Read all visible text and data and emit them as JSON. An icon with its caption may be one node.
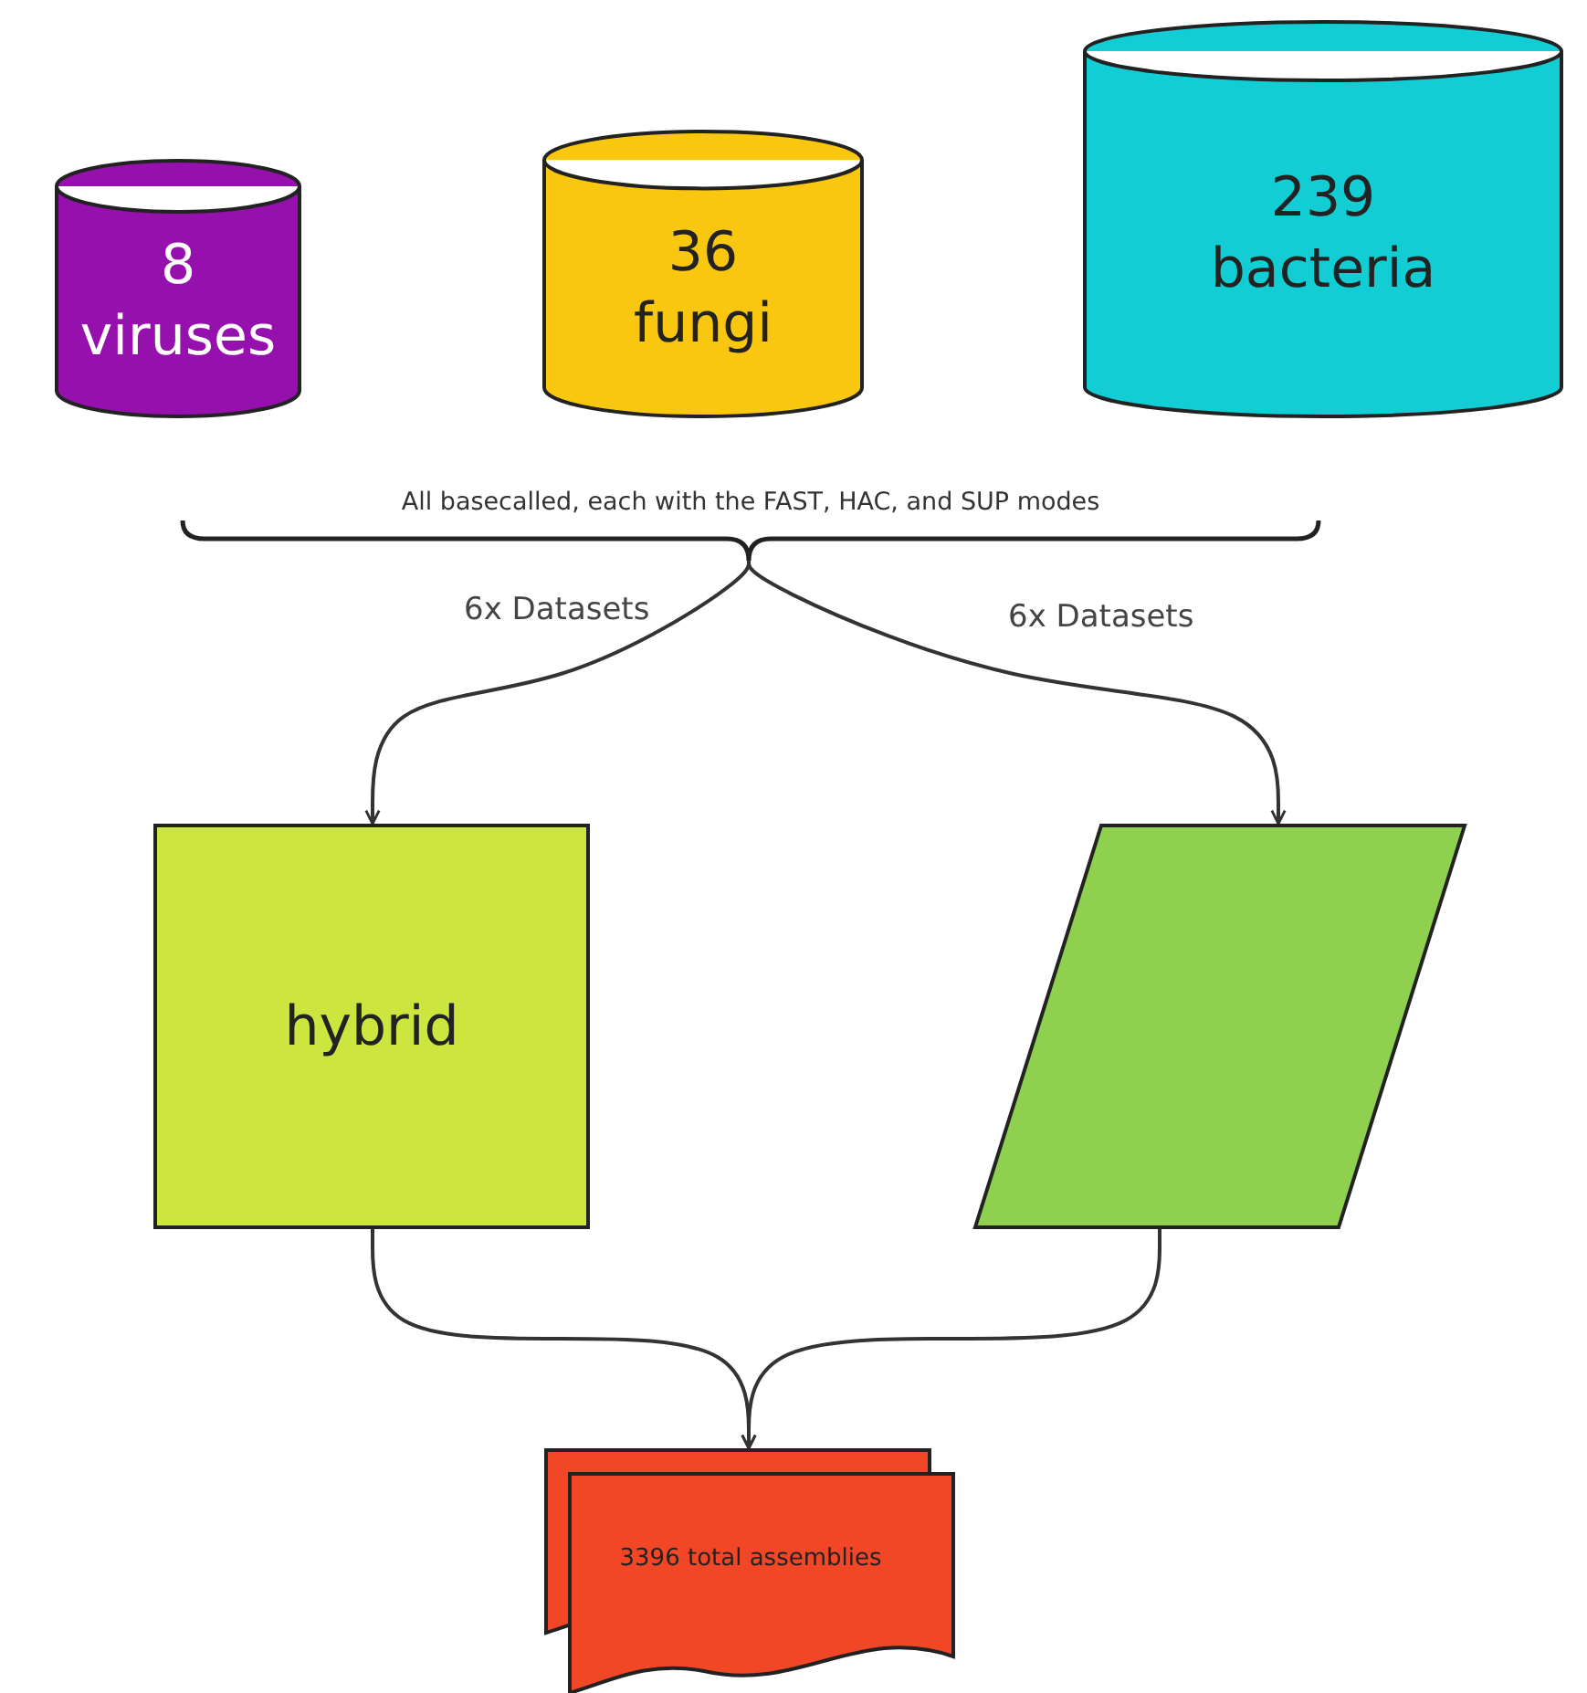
{
  "diagram": {
    "nodes": [
      {
        "text": [
          "8 viruses"
        ]
      },
      {
        "text": [
          "36 fungi"
        ]
      },
      {
        "text": [
          "239 bacteria"
        ]
      },
      {
        "text": [
          "All basecalled, each with the FAST, HAC, and SUP modes"
        ]
      },
      {
        "text": [
          "hybrid"
        ]
      },
      {
        "text": [],
        "shape": "parallelogram"
      },
      {
        "text": [
          "3396 total assemblies"
        ]
      }
    ],
    "edges": [
      {
        "from": 3,
        "to": 4,
        "arrow": "to",
        "label": "6x Datasets"
      },
      {
        "from": 3,
        "to": 5,
        "arrow": "to",
        "label": "6x Datasets"
      },
      {
        "from": 4,
        "to": 6,
        "arrow": "to"
      },
      {
        "from": 5,
        "to": 6,
        "arrow": "to"
      }
    ]
  }
}
